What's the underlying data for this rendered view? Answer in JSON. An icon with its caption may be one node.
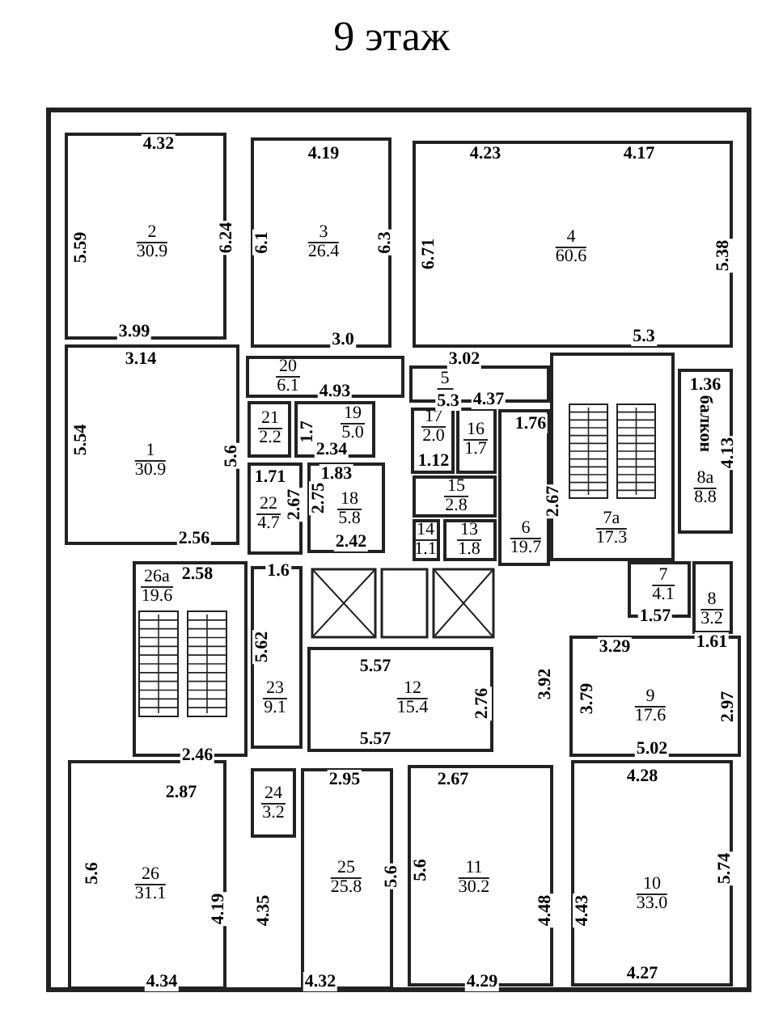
{
  "diagram": {
    "title": "9 этаж",
    "nodes": [
      {
        "text": [
          "2",
          "30.9"
        ]
      },
      {
        "text": [
          "3",
          "26.4"
        ]
      },
      {
        "text": [
          "4",
          "60.6"
        ]
      },
      {
        "text": [
          "1",
          "30.9"
        ]
      },
      {
        "text": [
          "20",
          "6.1"
        ]
      },
      {
        "text": [
          "5"
        ]
      },
      {
        "text": [
          "21",
          "2.2"
        ]
      },
      {
        "text": [
          "19",
          "5.0"
        ]
      },
      {
        "text": [
          "17",
          "2.0"
        ]
      },
      {
        "text": [
          "16",
          "1.7"
        ]
      },
      {
        "text": [
          "7а",
          "17.3"
        ]
      },
      {
        "text": [
          "балкон",
          "8а",
          "8.8"
        ]
      },
      {
        "text": [
          "15",
          "2.8"
        ]
      },
      {
        "text": [
          "22",
          "4.7"
        ]
      },
      {
        "text": [
          "18",
          "5.8"
        ]
      },
      {
        "text": [
          "14",
          "1.1"
        ]
      },
      {
        "text": [
          "13",
          "1.8"
        ]
      },
      {
        "text": [
          "6",
          "19.7"
        ]
      },
      {
        "text": [
          "7",
          "4.1"
        ]
      },
      {
        "text": [
          "26а",
          "19.6"
        ]
      },
      {
        "text": [
          "8",
          "3.2"
        ]
      },
      {
        "text": [
          "9",
          "17.6"
        ]
      },
      {
        "text": [
          "12",
          "15.4"
        ]
      },
      {
        "text": [
          "23",
          "9.1"
        ]
      },
      {
        "text": [
          "24",
          "3.2"
        ]
      },
      {
        "text": [
          "26",
          "31.1"
        ]
      },
      {
        "text": [
          "25",
          "25.8"
        ]
      },
      {
        "text": [
          "11",
          "30.2"
        ]
      },
      {
        "text": [
          "10",
          "33.0"
        ]
      }
    ],
    "labels": [
      "4.32",
      "4.19",
      "4.23",
      "4.17",
      "5.59",
      "6.24",
      "6.1",
      "6.3",
      "6.71",
      "5.38",
      "3.99",
      "5.3",
      "3.0",
      "3.14",
      "3.02",
      "1.36",
      "4.93",
      "5.3",
      "4.37",
      "1.76",
      "1.7",
      "5.54",
      "2.34",
      "4.13",
      "5.6",
      "1.12",
      "1.83",
      "1.71",
      "2.75",
      "2.67",
      "2.67",
      "2.56",
      "2.42",
      "1.6",
      "2.58",
      "1.57",
      "3.29",
      "1.61",
      "5.62",
      "5.57",
      "3.92",
      "3.79",
      "2.76",
      "2.97",
      "5.57",
      "5.02",
      "2.46",
      "4.28",
      "2.67",
      "2.95",
      "2.87",
      "5.6",
      "5.6",
      "5.74",
      "5.6",
      "4.19",
      "4.35",
      "4.48",
      "4.43",
      "4.34",
      "4.32",
      "4.29",
      "4.27"
    ]
  }
}
